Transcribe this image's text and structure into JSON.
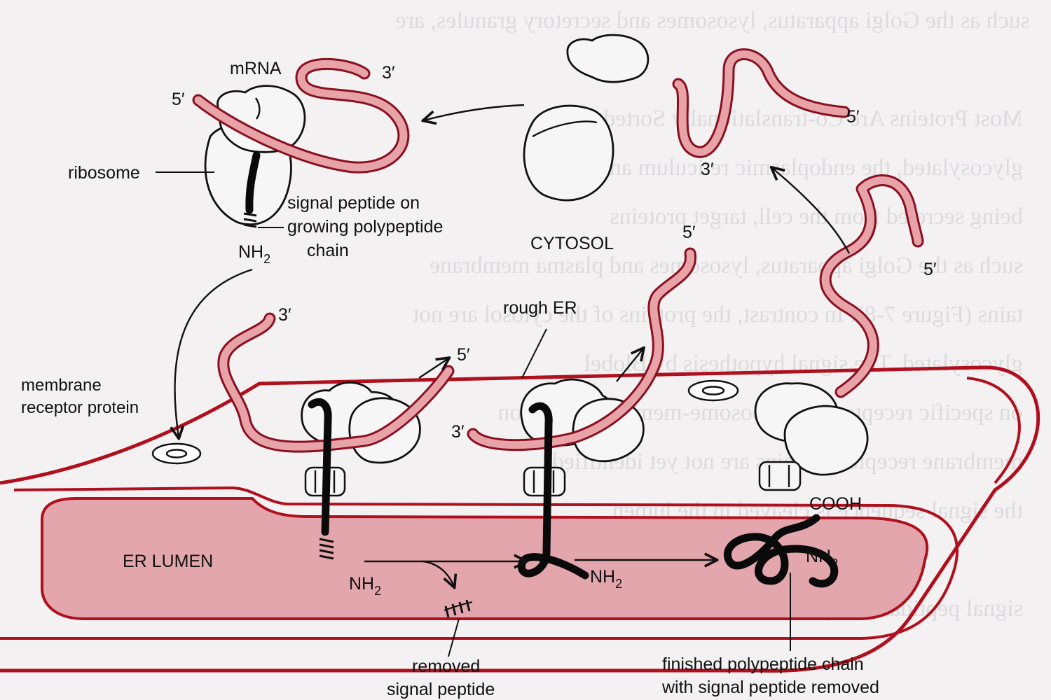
{
  "labels": {
    "mrna": "mRNA",
    "ribosome": "ribosome",
    "signal_peptide_line1": "signal peptide on",
    "signal_peptide_line2": "growing polypeptide",
    "signal_peptide_line3": "chain",
    "nh2": "NH",
    "subscript_2": "2",
    "cytosol": "CYTOSOL",
    "rough_er": "rough ER",
    "membrane_receptor_line1": "membrane",
    "membrane_receptor_line2": "receptor protein",
    "er_lumen": "ER LUMEN",
    "removed_signal_line1": "removed",
    "removed_signal_line2": "signal peptide",
    "finished_line1": "finished polypeptide chain",
    "finished_line2": "with signal peptide removed",
    "cooh": "COOH",
    "five_prime": "5′",
    "three_prime": "3′"
  },
  "colors": {
    "mrna_fill": "#e7a3a8",
    "mrna_outline": "#8a1020",
    "er_membrane": "#b0101d",
    "er_lumen_fill": "#e3a6ad",
    "background": "#f3f1f2"
  }
}
